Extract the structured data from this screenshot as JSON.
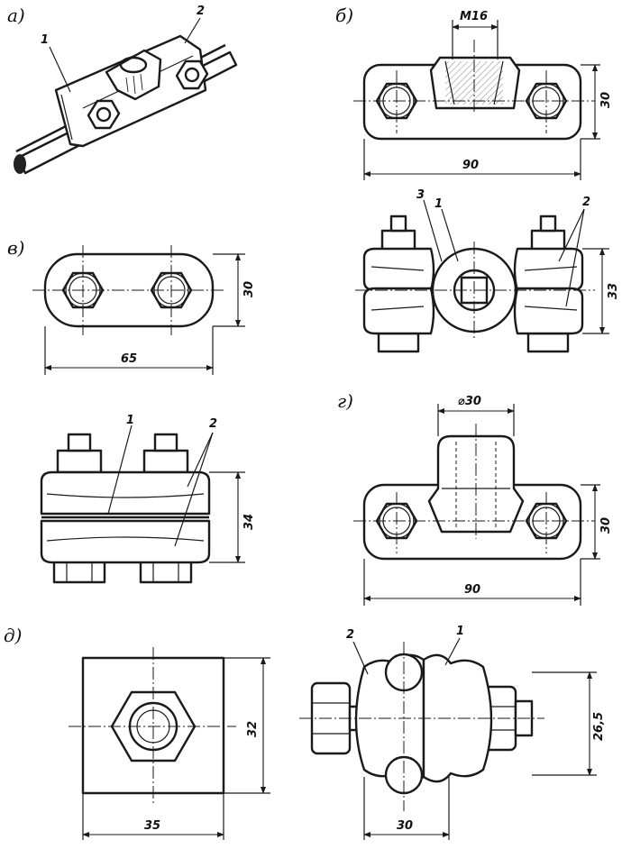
{
  "panels": {
    "a": {
      "label": "а)",
      "callouts": [
        "1",
        "2"
      ]
    },
    "b": {
      "label": "б)",
      "thread": "M16",
      "height": "30",
      "width": "90"
    },
    "b2": {
      "callouts": [
        "3",
        "1",
        "2"
      ],
      "height": "33"
    },
    "v": {
      "label": "в)",
      "height": "30",
      "width": "65"
    },
    "v2": {
      "callouts": [
        "1",
        "2"
      ],
      "height": "34"
    },
    "g": {
      "label": "г)",
      "diameter": "⌀30",
      "height": "30",
      "width": "90"
    },
    "d": {
      "label": "д)",
      "height": "32",
      "width": "35"
    },
    "d2": {
      "callouts": [
        "2",
        "1"
      ],
      "height": "26,5",
      "width": "30"
    }
  }
}
